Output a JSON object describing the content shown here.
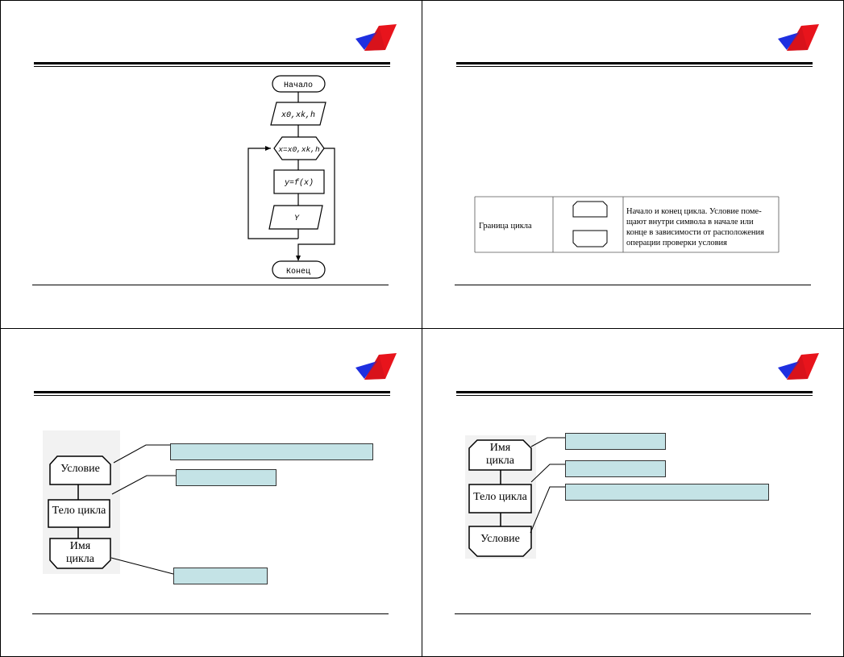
{
  "slide1": {
    "flowchart": {
      "start": "Начало",
      "input": "x0,xk,h",
      "loop": "x=x0,xk,h",
      "process": "y=f(x)",
      "output": "Y",
      "end": "Конец"
    }
  },
  "slide2": {
    "table": {
      "name": "Граница цикла",
      "description_lines": [
        "Начало и конец цикла. Условие поме-",
        "щают внутри символа в начале или",
        "конце в зависимости от расположения",
        "операции проверки условия"
      ]
    }
  },
  "slide3": {
    "condition": "Условие",
    "body": "Тело цикла",
    "name_line1": "Имя",
    "name_line2": "цикла"
  },
  "slide4": {
    "name_line1": "Имя",
    "name_line2": "цикла",
    "body": "Тело цикла",
    "condition": "Условие"
  },
  "colors": {
    "logo_red": "#e8141c",
    "logo_blue": "#1e2fe0",
    "callout_fill": "#c4e3e6"
  },
  "icons": [
    "logo-icon"
  ]
}
